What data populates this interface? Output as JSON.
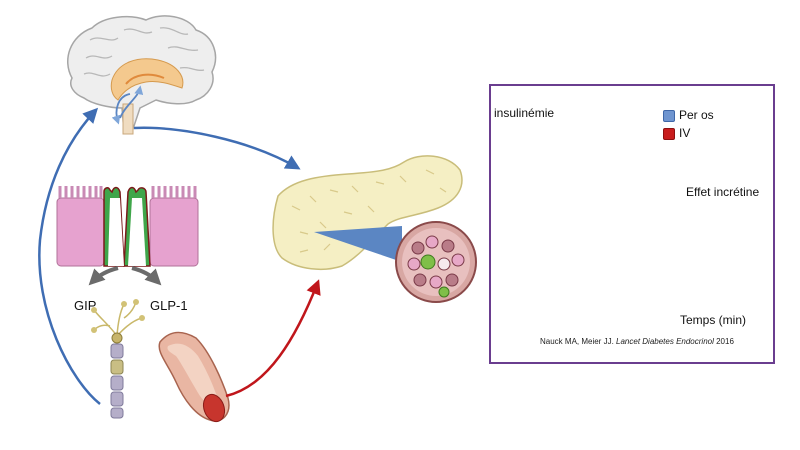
{
  "labels": {
    "gip": "GIP",
    "glp1": "GLP-1"
  },
  "chart": {
    "ylabel": "insulinémie",
    "xlabel": "Temps (min)",
    "annotation": "Effet incrétine",
    "legend": [
      {
        "name": "Per os",
        "color": "#6f95d0"
      },
      {
        "name": "IV",
        "color": "#c81d1d"
      }
    ],
    "citation": {
      "authors": "Nauck MA, Meier JJ.",
      "journal": "Lancet Diabetes Endocrinol",
      "year": "2016"
    }
  },
  "colors": {
    "arrow_blue": "#3f6db3",
    "arrow_red": "#c0161b",
    "axis_green": "#5cb85c",
    "frame_purple": "#6a3d8f",
    "pancreas_fill": "#f5efc4",
    "gut_cell": "#e6a2cf"
  },
  "icons": [
    "brain-icon",
    "intestinal-cells-icon",
    "pancreas-icon",
    "islet-icon",
    "neuron-icon",
    "blood-vessel-icon"
  ]
}
